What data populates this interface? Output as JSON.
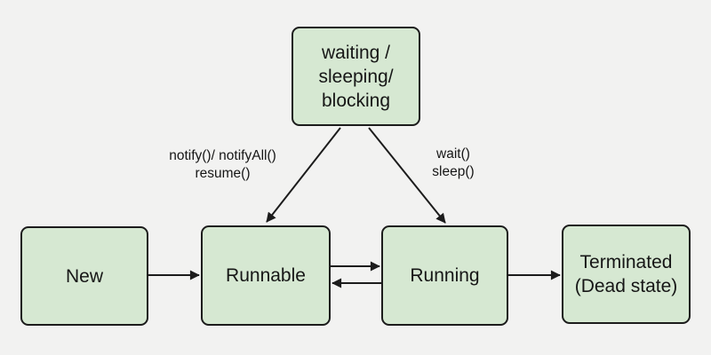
{
  "states": {
    "waiting": {
      "lines": [
        "waiting /",
        "sleeping/",
        "blocking"
      ]
    },
    "new": {
      "label": "New"
    },
    "runnable": {
      "label": "Runnable"
    },
    "running": {
      "label": "Running"
    },
    "terminated": {
      "lines": [
        "Terminated",
        "(Dead state)"
      ]
    }
  },
  "transition_labels": {
    "notify": {
      "lines": [
        "notify()/ notifyAll()",
        "resume()"
      ]
    },
    "wait": {
      "lines": [
        "wait()",
        "sleep()"
      ]
    }
  },
  "edges": [
    {
      "from": "New",
      "to": "Runnable",
      "label": ""
    },
    {
      "from": "Runnable",
      "to": "Running",
      "label": ""
    },
    {
      "from": "Running",
      "to": "Runnable",
      "label": ""
    },
    {
      "from": "Running",
      "to": "Terminated (Dead state)",
      "label": ""
    },
    {
      "from": "waiting / sleeping/ blocking",
      "to": "Runnable",
      "label": "notify()/ notifyAll() resume()"
    },
    {
      "from": "waiting / sleeping/ blocking",
      "to": "Running",
      "label": "wait() sleep()"
    }
  ],
  "colors": {
    "background": "#f2f2f1",
    "node_fill": "#d6e8d2",
    "node_border": "#1c1c1c",
    "arrow": "#1c1c1c",
    "text": "#161616"
  }
}
